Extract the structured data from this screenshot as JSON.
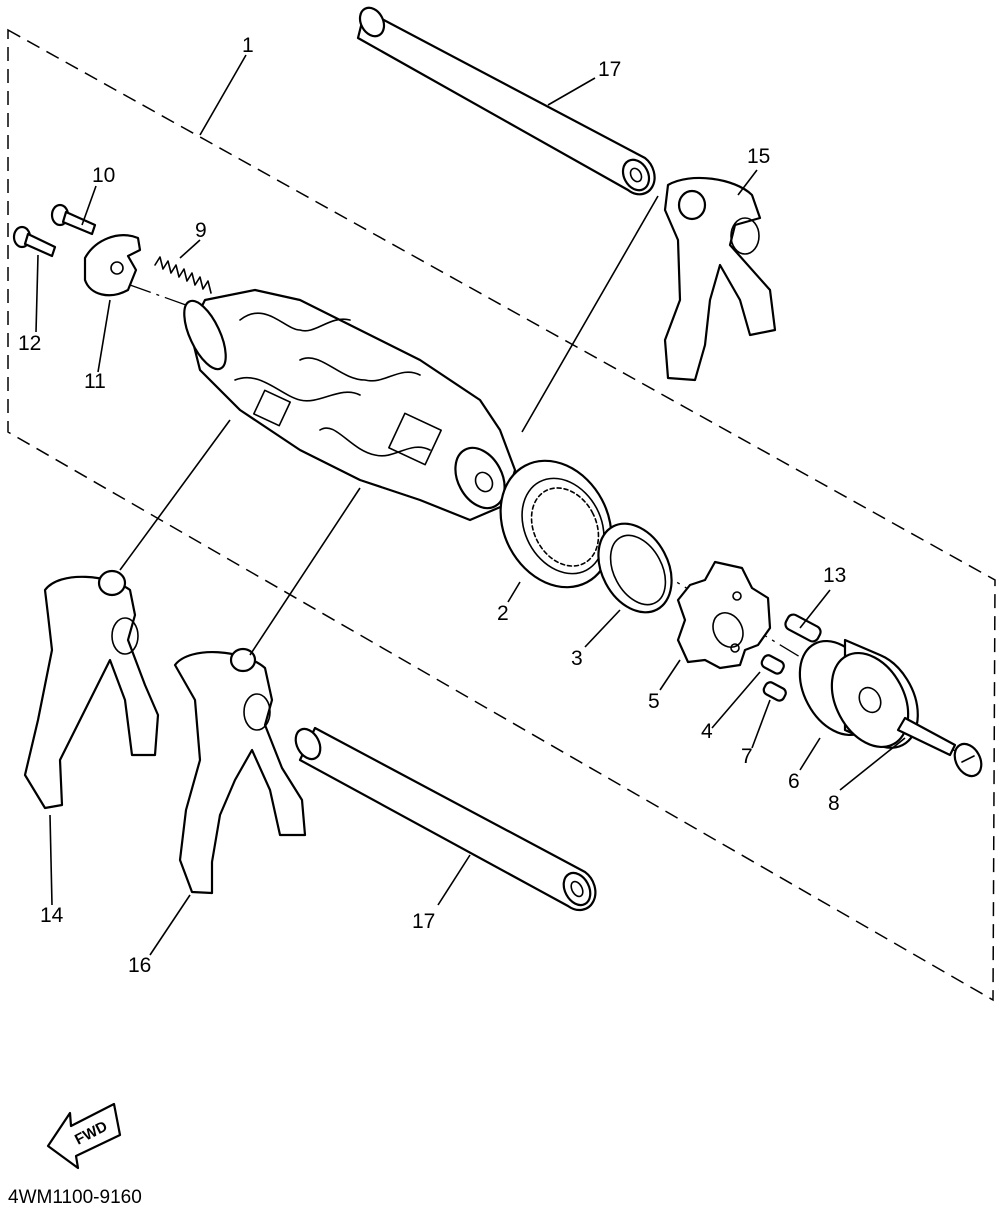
{
  "diagram_code": "4WM1100-9160",
  "fwd_label": "FWD",
  "callouts": [
    {
      "id": "1",
      "label": "1"
    },
    {
      "id": "2",
      "label": "2"
    },
    {
      "id": "3",
      "label": "3"
    },
    {
      "id": "4",
      "label": "4"
    },
    {
      "id": "5",
      "label": "5"
    },
    {
      "id": "6",
      "label": "6"
    },
    {
      "id": "7",
      "label": "7"
    },
    {
      "id": "8",
      "label": "8"
    },
    {
      "id": "9",
      "label": "9"
    },
    {
      "id": "10",
      "label": "10"
    },
    {
      "id": "11",
      "label": "11"
    },
    {
      "id": "12",
      "label": "12"
    },
    {
      "id": "13",
      "label": "13"
    },
    {
      "id": "14",
      "label": "14"
    },
    {
      "id": "15",
      "label": "15"
    },
    {
      "id": "16",
      "label": "16"
    },
    {
      "id": "17a",
      "label": "17"
    },
    {
      "id": "17b",
      "label": "17"
    }
  ]
}
